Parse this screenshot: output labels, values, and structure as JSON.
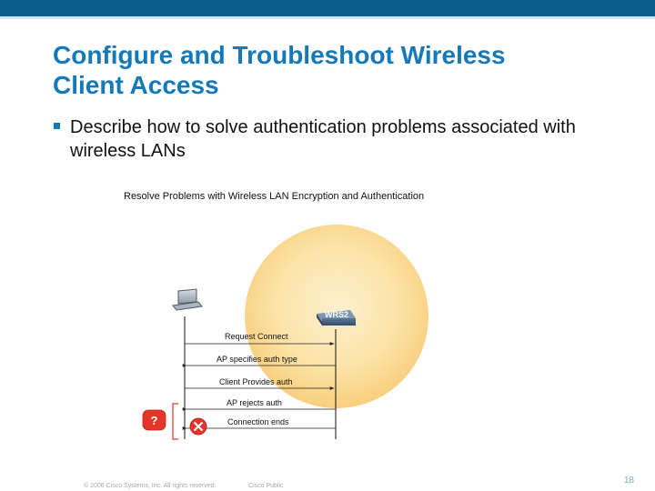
{
  "slide": {
    "title_line1": "Configure and Troubleshoot Wireless",
    "title_line2": "Client Access",
    "bullet": "Describe how to solve authentication problems associated with wireless LANs"
  },
  "diagram": {
    "caption": "Resolve Problems with Wireless LAN Encryption and Authentication",
    "ap_label": "WRS2",
    "messages": [
      "Request Connect",
      "AP specifies auth type",
      "Client Provides auth",
      "AP rejects auth",
      "Connection ends"
    ],
    "question_mark": "?"
  },
  "footer": {
    "copyright": "© 2006 Cisco Systems, Inc. All rights reserved.",
    "classification": "Cisco Public",
    "page_number": "18"
  },
  "colors": {
    "header_bar": "#0b5f8a",
    "title": "#1479b8",
    "coverage": "#fbd98f",
    "alert_red": "#e53528"
  }
}
